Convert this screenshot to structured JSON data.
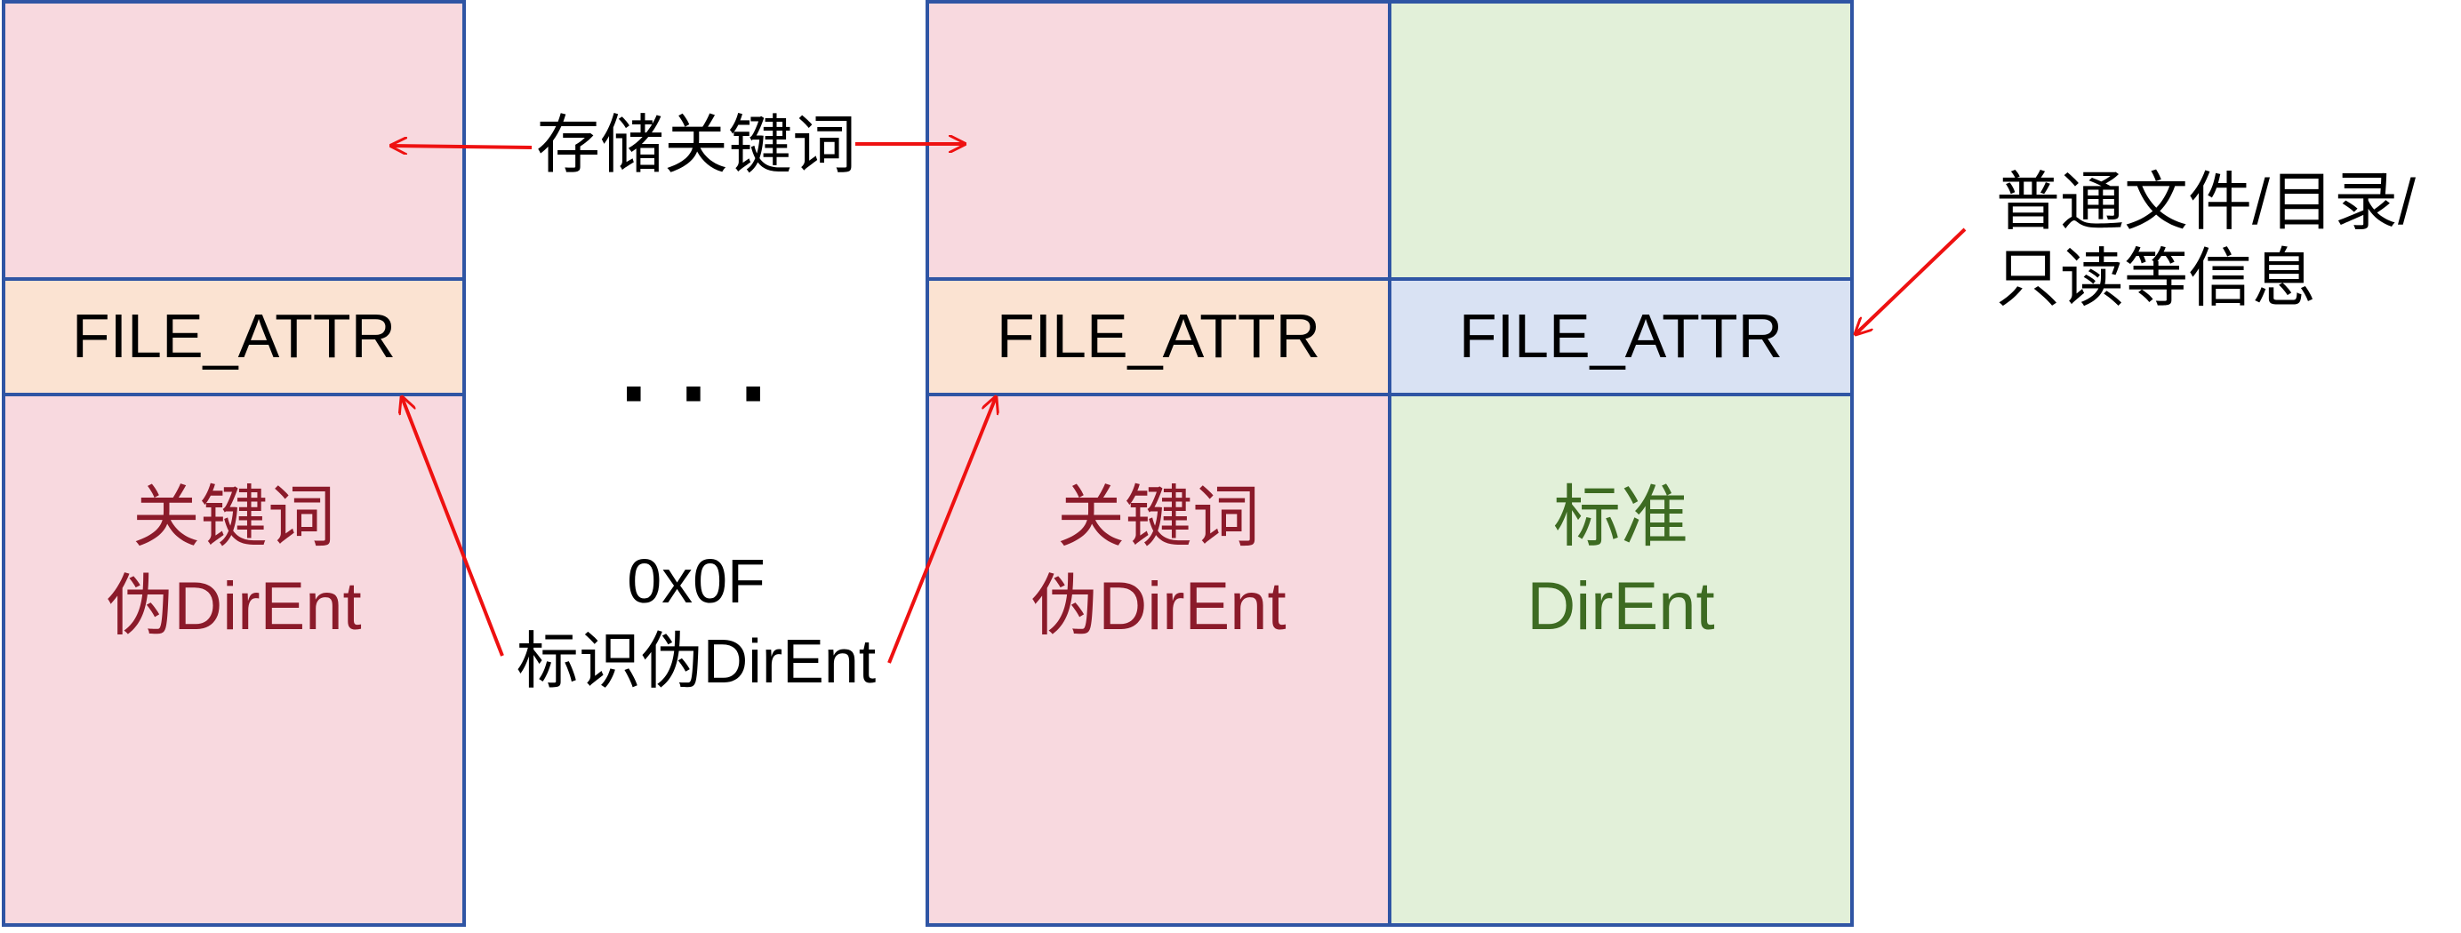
{
  "colors": {
    "border": "#2f55a4",
    "keyword_fill": "#f8d9df",
    "attr_fill_keyword": "#fbe3d2",
    "attr_fill_standard": "#d9e2f3",
    "standard_fill": "#e2f0d9",
    "keyword_text": "#8b1a2a",
    "standard_text": "#3d6b22",
    "arrow": "#ee1111",
    "label_text": "#000000"
  },
  "labels": {
    "file_attr": "FILE_ATTR",
    "store_keywords": "存储关键词",
    "keyword_dirent_line1": "关键词",
    "keyword_dirent_line2": "伪DirEnt",
    "standard_dirent_line1": "标准",
    "standard_dirent_line2": "DirEnt",
    "flag_line1": "0x0F",
    "flag_line2": "标识伪DirEnt",
    "ellipsis": "· · ·",
    "info_line1": "普通文件/目录/",
    "info_line2": "只读等信息"
  }
}
